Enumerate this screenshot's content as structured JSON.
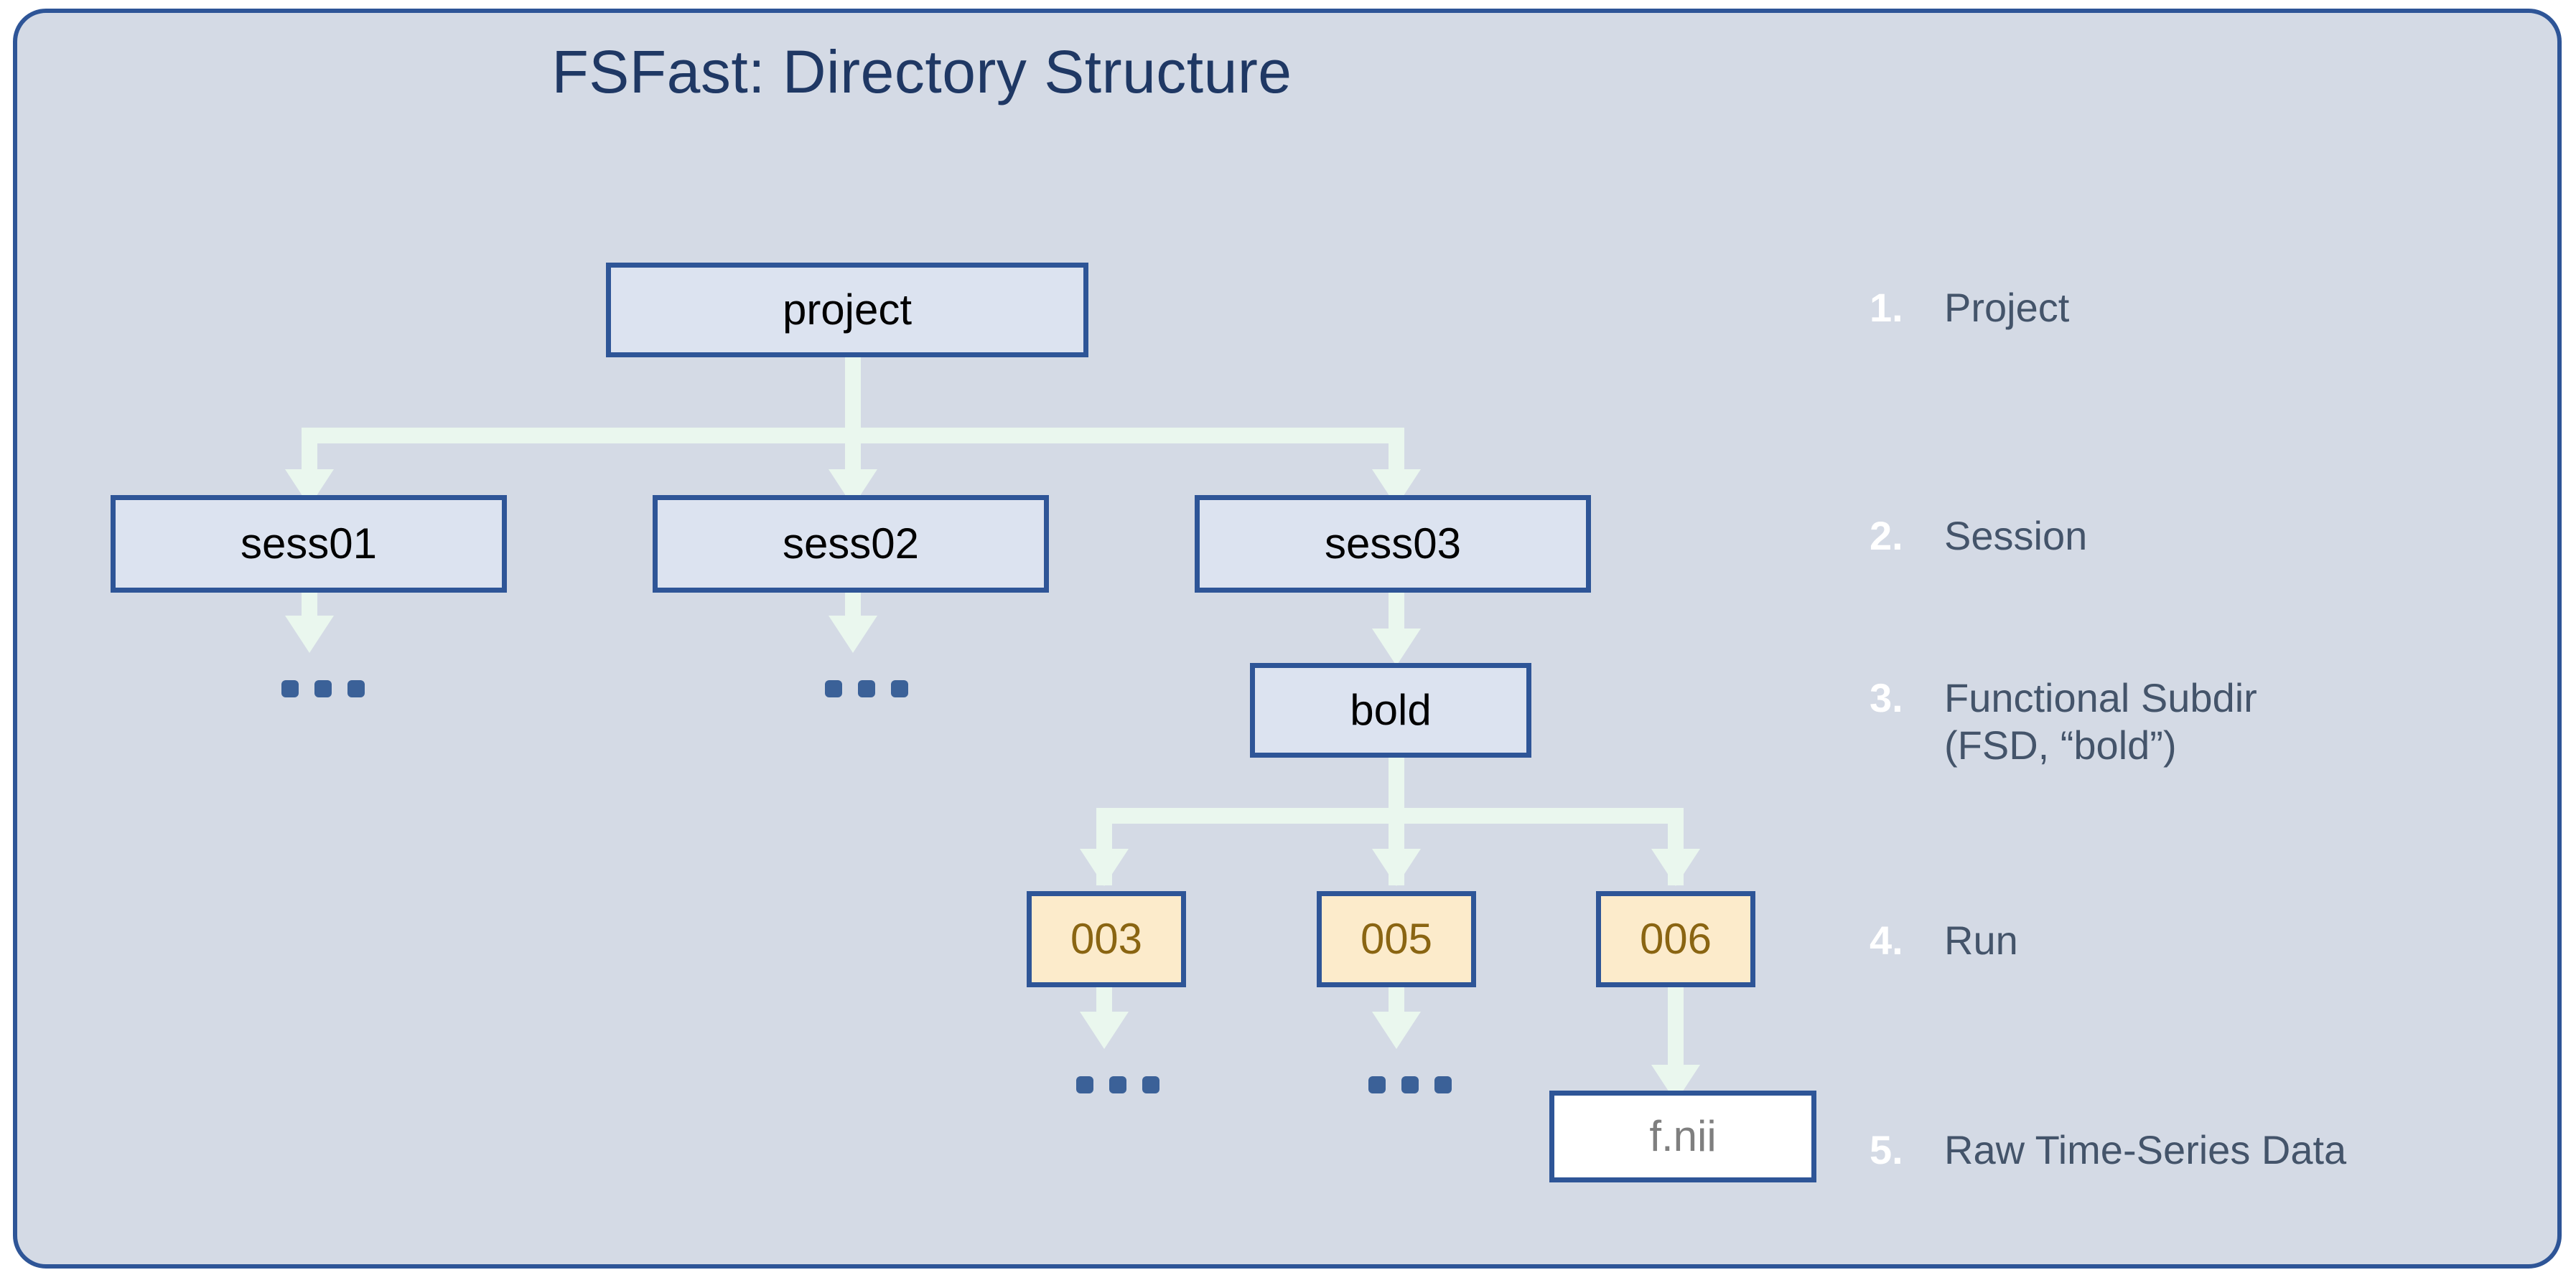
{
  "slide": {
    "title": "FSFast: Directory Structure",
    "colors": {
      "background": "#D4DAE5",
      "frame_border": "#2E5597",
      "title_text": "#1F3864",
      "dir_box_fill": "#DCE3F0",
      "dir_box_border": "#2E5597",
      "run_box_fill": "#FCEBCB",
      "run_box_text": "#8A6512",
      "file_box_fill": "#FFFFFF",
      "file_box_text": "#7F7F7F",
      "connector": "#EAF7EE",
      "ellipsis_dot": "#3B6198",
      "legend_number": "#FFFFFF",
      "legend_label": "#44546A"
    }
  },
  "tree": {
    "root": {
      "label": "project"
    },
    "sessions": [
      {
        "label": "sess01"
      },
      {
        "label": "sess02"
      },
      {
        "label": "sess03"
      }
    ],
    "fsd": {
      "label": "bold"
    },
    "runs": [
      {
        "label": "003"
      },
      {
        "label": "005"
      },
      {
        "label": "006"
      }
    ],
    "file": {
      "label": "f.nii"
    },
    "ellipsis": "..."
  },
  "legend": {
    "items": [
      {
        "number": "1.",
        "label": "Project"
      },
      {
        "number": "2.",
        "label": "Session"
      },
      {
        "number": "3.",
        "label": "Functional Subdir\n(FSD, “bold”)"
      },
      {
        "number": "4.",
        "label": "Run"
      },
      {
        "number": "5.",
        "label": "Raw Time-Series Data"
      }
    ]
  }
}
